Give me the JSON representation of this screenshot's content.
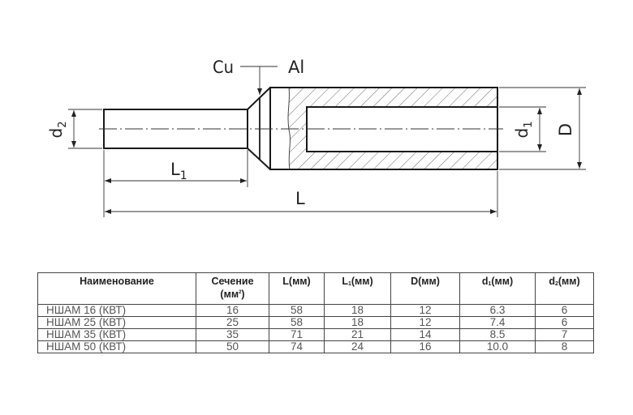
{
  "drawing": {
    "material_left": "Cu",
    "material_right": "Al",
    "dims": {
      "d2": {
        "base": "d",
        "sub": "2"
      },
      "d1": {
        "base": "d",
        "sub": "1"
      },
      "D": "D",
      "L1": {
        "base": "L",
        "sub": "1"
      },
      "L": "L"
    },
    "colors": {
      "line": "#1a1a1a",
      "thin": "#333333",
      "hatch": "#555555"
    }
  },
  "table": {
    "headers": [
      {
        "text": "Наименование"
      },
      {
        "text": "Сечение",
        "line2": "(мм",
        "sup": "2",
        "line2_end": ")"
      },
      {
        "text": "L(мм)"
      },
      {
        "pre": "L",
        "sub": "1",
        "post": "(мм)"
      },
      {
        "text": "D(мм)"
      },
      {
        "pre": "d",
        "sub": "1",
        "post": "(мм)"
      },
      {
        "pre": "d",
        "sub": "2",
        "post": "(мм)"
      }
    ],
    "rows": [
      [
        "НШАМ 16 (КВТ)",
        "16",
        "58",
        "18",
        "12",
        "6.3",
        "6"
      ],
      [
        "НШАМ 25 (КВТ)",
        "25",
        "58",
        "18",
        "12",
        "7.4",
        "6"
      ],
      [
        "НШАМ 35 (КВТ)",
        "35",
        "71",
        "21",
        "14",
        "8.5",
        "7"
      ],
      [
        "НШАМ 50 (КВТ)",
        "50",
        "74",
        "24",
        "16",
        "10.0",
        "8"
      ]
    ]
  }
}
